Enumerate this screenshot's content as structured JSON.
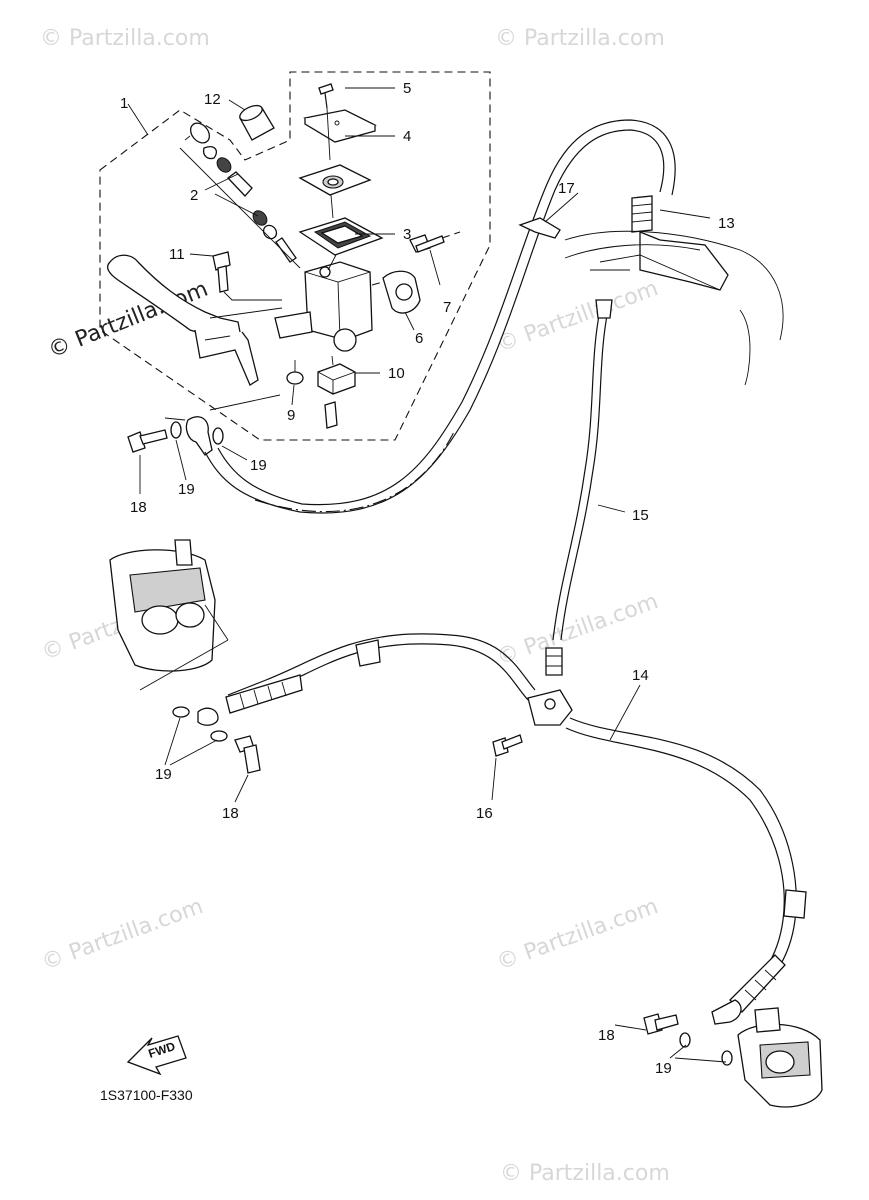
{
  "watermarks": [
    "© Partzilla.com",
    "© Partzilla.com",
    "© Partzilla.com",
    "© Partzilla.com",
    "© Partzilla.com",
    "© Partzilla.com",
    "© Partzilla.com",
    "© Partzilla.com"
  ],
  "watermark_bold": "© Partzilla.com",
  "callouts": {
    "c1": "1",
    "c2": "2",
    "c3": "3",
    "c4": "4",
    "c5": "5",
    "c6": "6",
    "c7": "7",
    "c8": "9",
    "c9": "10",
    "c10": "11",
    "c11": "12",
    "c12": "13",
    "c13": "14",
    "c14": "15",
    "c15": "16",
    "c16": "17",
    "c17": "18",
    "c18": "18",
    "c19": "18",
    "c20": "19",
    "c21": "19",
    "c22": "19",
    "c23": "19"
  },
  "fwd_label": "FWD",
  "diagram_code": "1S37100-F330"
}
